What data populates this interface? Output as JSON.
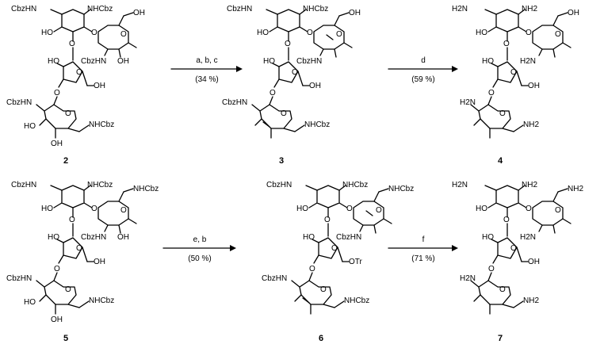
{
  "compounds": [
    {
      "id": "2",
      "labels": [
        "CbzHN",
        "NHCbz",
        "HO",
        "O",
        "O",
        "OH",
        "O",
        "CbzHN",
        "OH",
        "HO",
        "O",
        "OH",
        "O",
        "CbzHN",
        "O",
        "NHCbz",
        "HO",
        "OH"
      ]
    },
    {
      "id": "3",
      "labels": [
        "CbzHN",
        "NHCbz",
        "HO",
        "O",
        "O",
        "OH",
        "O",
        "CbzHN",
        "HO",
        "O",
        "OH",
        "O",
        "CbzHN",
        "O",
        "NHCbz"
      ]
    },
    {
      "id": "4",
      "labels": [
        "H2N",
        "NH2",
        "HO",
        "O",
        "O",
        "OH",
        "O",
        "H2N",
        "HO",
        "O",
        "OH",
        "O",
        "H2N",
        "O",
        "NH2"
      ]
    },
    {
      "id": "5",
      "labels": [
        "CbzHN",
        "NHCbz",
        "HO",
        "O",
        "O",
        "NHCbz",
        "O",
        "CbzHN",
        "OH",
        "HO",
        "O",
        "OH",
        "O",
        "CbzHN",
        "O",
        "NHCbz",
        "HO",
        "OH"
      ]
    },
    {
      "id": "6",
      "labels": [
        "CbzHN",
        "NHCbz",
        "HO",
        "O",
        "O",
        "NHCbz",
        "O",
        "CbzHN",
        "HO",
        "O",
        "OTr",
        "O",
        "CbzHN",
        "O",
        "NHCbz"
      ]
    },
    {
      "id": "7",
      "labels": [
        "H2N",
        "NH2",
        "HO",
        "O",
        "O",
        "NH2",
        "O",
        "H2N",
        "HO",
        "O",
        "OH",
        "O",
        "H2N",
        "O",
        "NH2"
      ]
    }
  ],
  "arrows": [
    {
      "reagents": "a, b, c",
      "yield": "(34 %)"
    },
    {
      "reagents": "d",
      "yield": "(59 %)"
    },
    {
      "reagents": "e, b",
      "yield": "(50 %)"
    },
    {
      "reagents": "f",
      "yield": "(71 %)"
    }
  ]
}
